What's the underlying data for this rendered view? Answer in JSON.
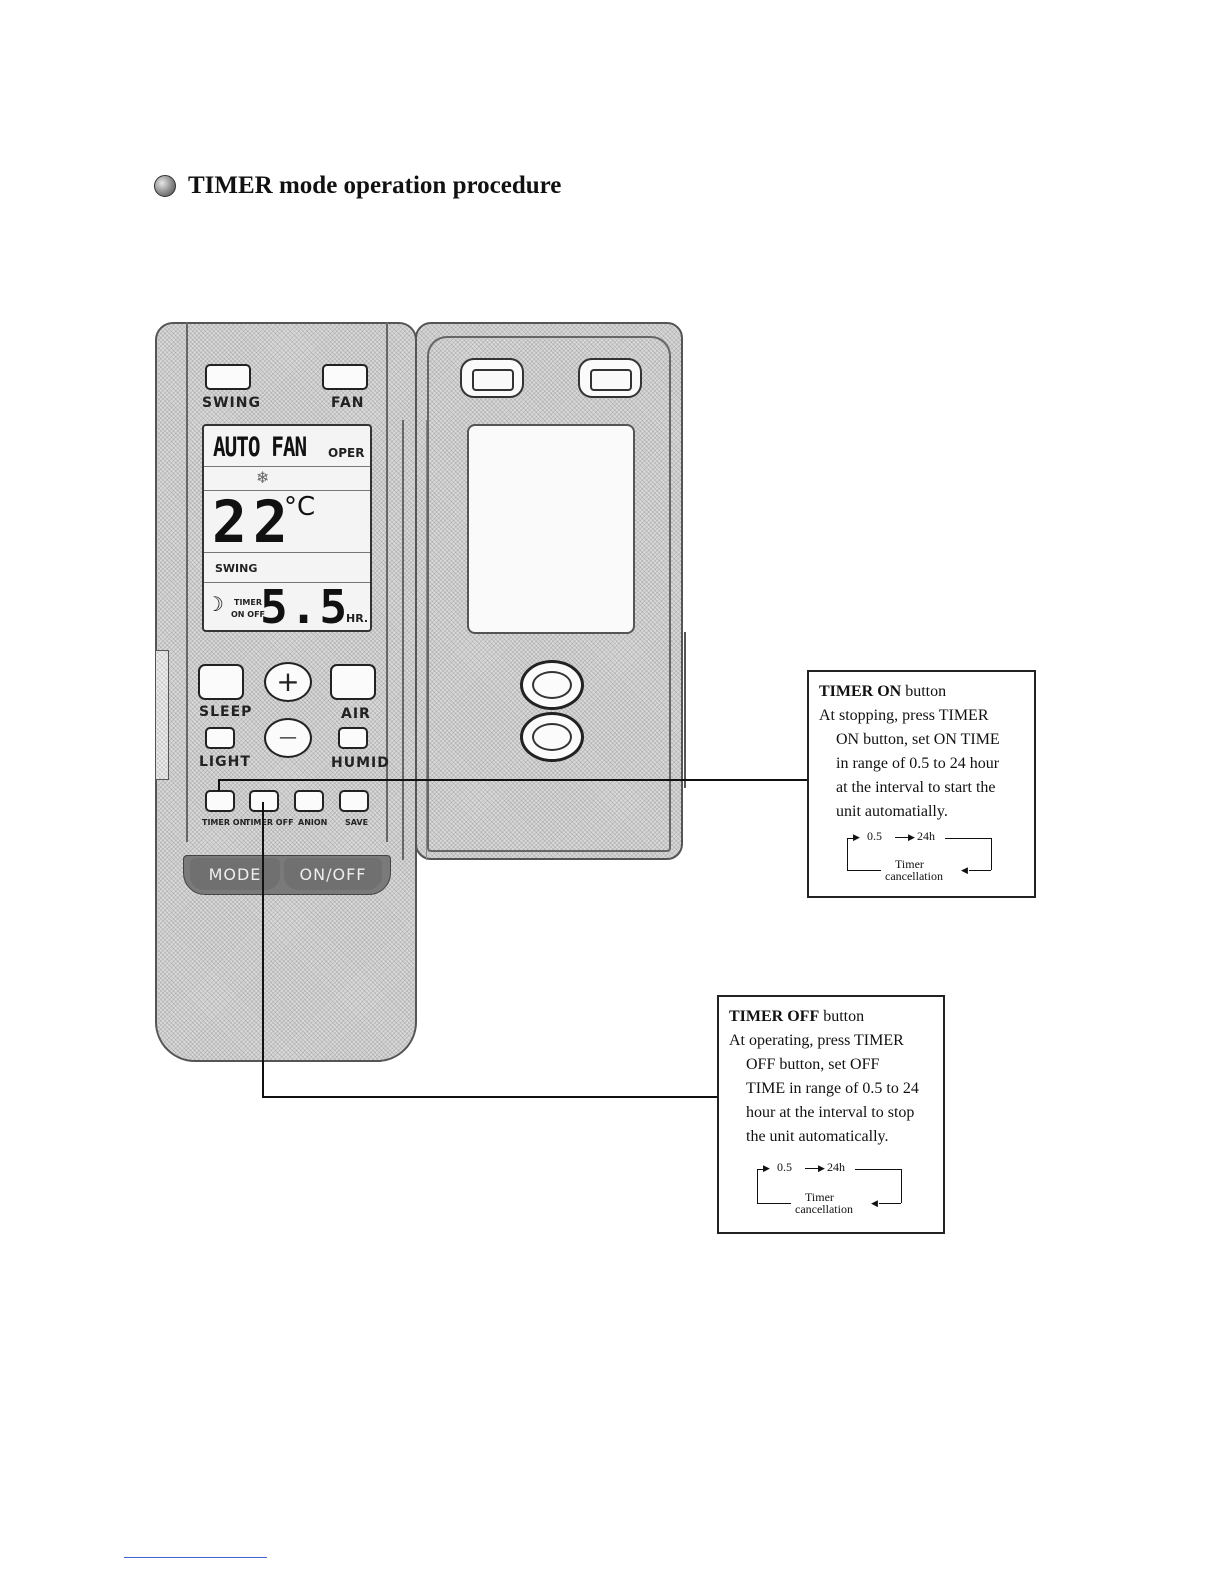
{
  "heading": {
    "text": "TIMER  mode operation procedure"
  },
  "remote": {
    "swing_label": "SWING",
    "fan_label": "FAN",
    "lcd": {
      "auto_fan": "AUTO FAN",
      "oper": "OPER",
      "temperature": "22",
      "unit": "°C",
      "swing": "SWING",
      "timer_label": "TIMER",
      "on_off_label": "ON OFF",
      "timer_value": "5.5",
      "hr": "HR."
    },
    "plus": "+",
    "minus": "—",
    "sleep_label": "SLEEP",
    "air_label": "AIR",
    "light_label": "LIGHT",
    "humid_label": "HUMID",
    "timer_on_label": "TIMER ON",
    "timer_off_label": "TIMER OFF",
    "anion_label": "ANION",
    "save_label": "SAVE",
    "mode_label": "MODE",
    "onoff_label": "ON/OFF"
  },
  "callout_on": {
    "title": "TIMER ON",
    "title_suffix": " button",
    "lines": [
      "At stopping, press TIMER",
      "ON button, set ON TIME",
      "in range of 0.5 to 24 hour",
      "at the interval to start the",
      "unit automatially."
    ],
    "cycle_start": "0.5",
    "cycle_end": "24h",
    "cycle_cancel_1": "Timer",
    "cycle_cancel_2": "cancellation"
  },
  "callout_off": {
    "title": "TIMER OFF",
    "title_suffix": " button",
    "lines": [
      "At operating, press TIMER",
      "OFF button, set OFF",
      "TIME in range of 0.5 to 24",
      "hour at the interval to stop",
      "the unit automatically."
    ],
    "cycle_start": "0.5",
    "cycle_end": "24h",
    "cycle_cancel_1": "Timer",
    "cycle_cancel_2": "cancellation"
  }
}
